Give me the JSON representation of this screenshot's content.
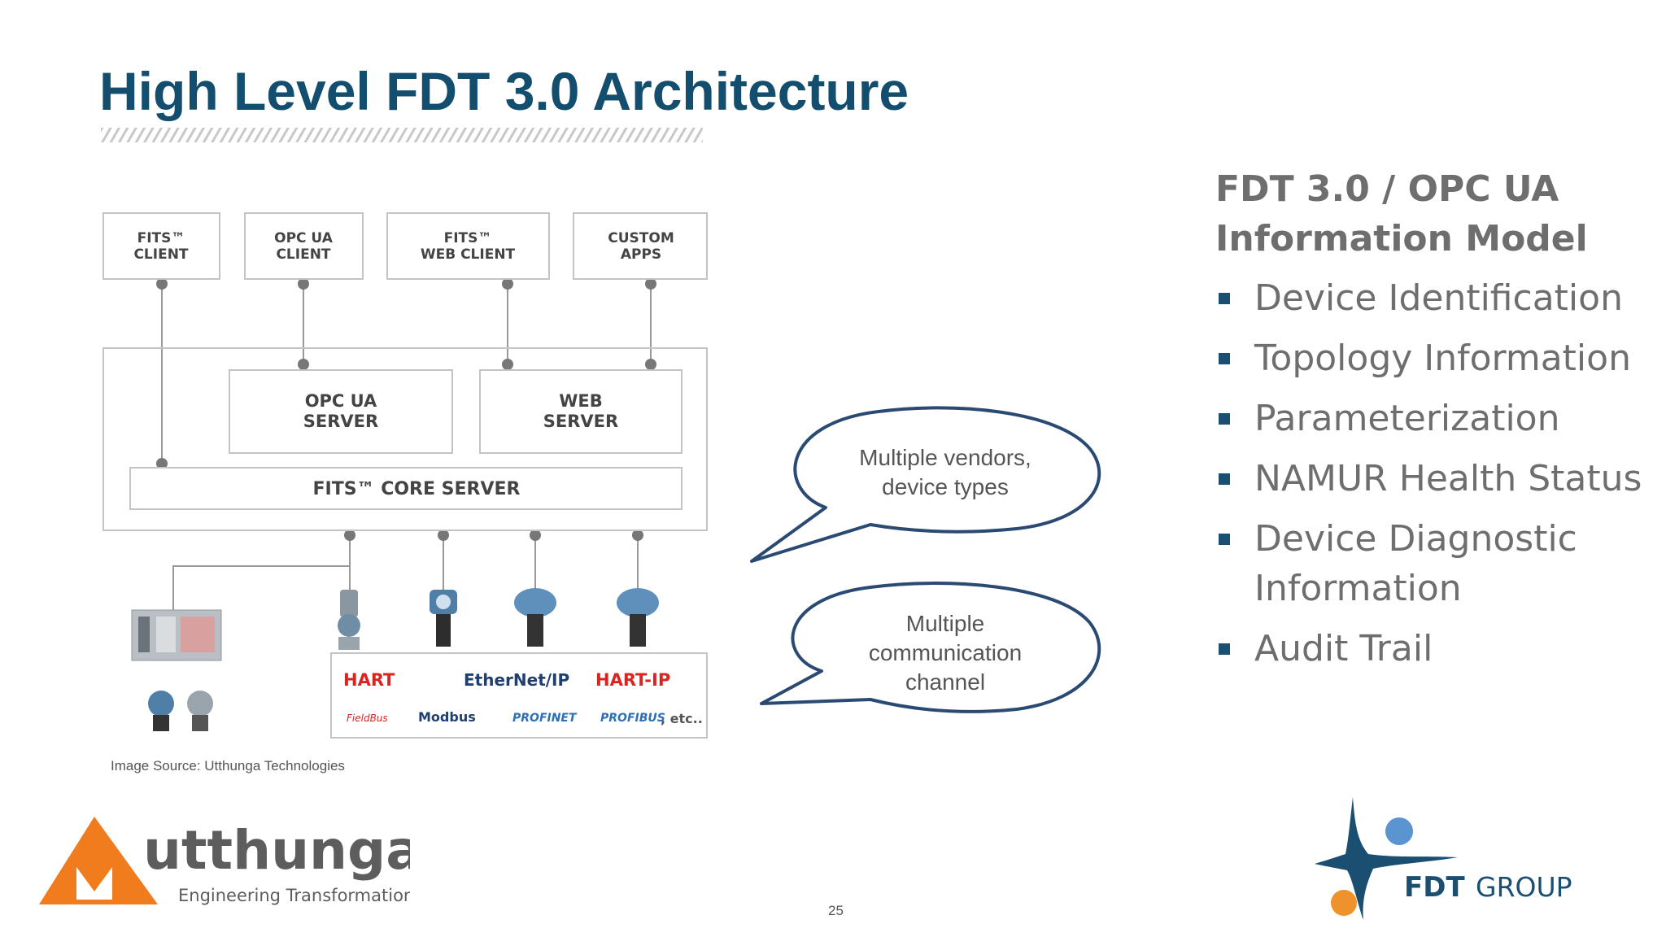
{
  "slide": {
    "title": "High Level FDT 3.0 Architecture",
    "page_number": "25"
  },
  "diagram": {
    "clients": [
      {
        "line1": "FITS™",
        "line2": "CLIENT"
      },
      {
        "line1": "OPC UA",
        "line2": "CLIENT"
      },
      {
        "line1": "FITS™",
        "line2": "WEB CLIENT"
      },
      {
        "line1": "CUSTOM",
        "line2": "APPS"
      }
    ],
    "opc_ua_server": {
      "line1": "OPC UA",
      "line2": "SERVER"
    },
    "web_server": {
      "line1": "WEB",
      "line2": "SERVER"
    },
    "core_server": "FITS™ CORE SERVER",
    "protocols": {
      "row1": [
        "HART",
        "EtherNet/IP",
        "HART-IP"
      ],
      "row2": [
        "FieldBus",
        "Modbus",
        "PROFINET",
        "PROFIBUS",
        ", etc.."
      ]
    },
    "image_source": "Image Source: Utthunga Technologies"
  },
  "bubbles": {
    "vendors": [
      "Multiple vendors,",
      "device types"
    ],
    "channels": [
      "Multiple",
      "communication",
      "channel"
    ]
  },
  "info_panel": {
    "title": "FDT 3.0 / OPC UA Information Model",
    "bullets": [
      "Device Identification",
      "Topology Information",
      "Parameterization",
      "NAMUR Health Status",
      "Device Diagnostic Information",
      "Audit Trail"
    ],
    "bullet_color": "#1b4f72"
  },
  "logos": {
    "utthunga": {
      "name": "utthunga",
      "tagline": "Engineering Transformation",
      "color": "#f07c1d"
    },
    "fdt": {
      "name": "FDT",
      "suffix": "GROUP",
      "color": "#1b4f72"
    }
  }
}
